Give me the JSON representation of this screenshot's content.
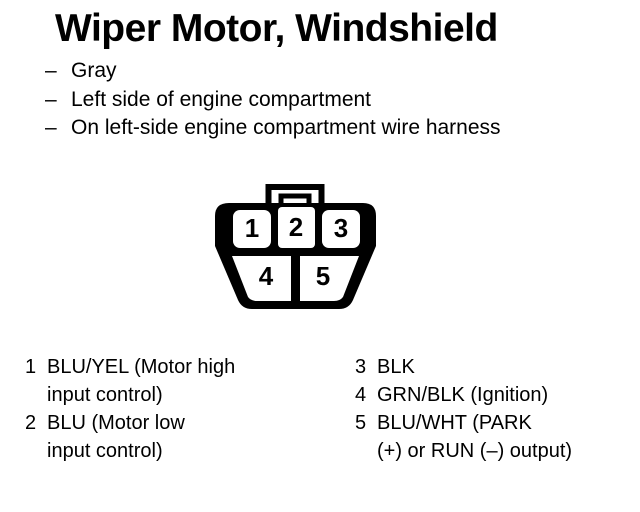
{
  "title": "Wiper Motor, Windshield",
  "bullet_marker": "–",
  "bullets": [
    "Gray",
    "Left side of engine compartment",
    "On left-side engine compartment wire harness"
  ],
  "connector": {
    "pins": [
      "1",
      "2",
      "3",
      "4",
      "5"
    ]
  },
  "legend": {
    "left": [
      {
        "pin": "1",
        "lines": [
          "BLU/YEL (Motor high",
          "input control)"
        ]
      },
      {
        "pin": "2",
        "lines": [
          "BLU (Motor low",
          "input control)"
        ]
      }
    ],
    "right": [
      {
        "pin": "3",
        "lines": [
          "BLK"
        ]
      },
      {
        "pin": "4",
        "lines": [
          "GRN/BLK (Ignition)"
        ]
      },
      {
        "pin": "5",
        "lines": [
          "BLU/WHT (PARK",
          "(+) or RUN (–) output)"
        ]
      }
    ]
  },
  "colors": {
    "ink": "#000000",
    "paper": "#ffffff"
  }
}
